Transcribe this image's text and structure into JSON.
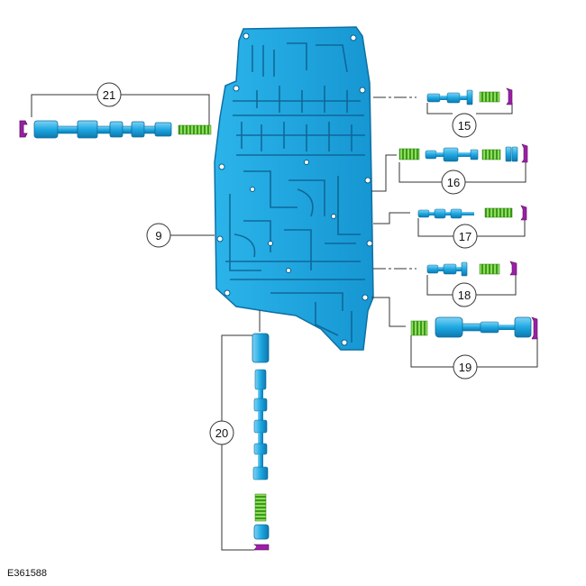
{
  "figure_id": "E361588",
  "callouts": {
    "c9": "9",
    "c15": "15",
    "c16": "16",
    "c17": "17",
    "c18": "18",
    "c19": "19",
    "c20": "20",
    "c21": "21"
  },
  "colors": {
    "valve_body": "#1aa7e0",
    "valve_body_dark": "#0e6fa4",
    "spool": "#22aee6",
    "spring": "#5cc42e",
    "retainer": "#9b1fa6",
    "leader": "#333333"
  }
}
